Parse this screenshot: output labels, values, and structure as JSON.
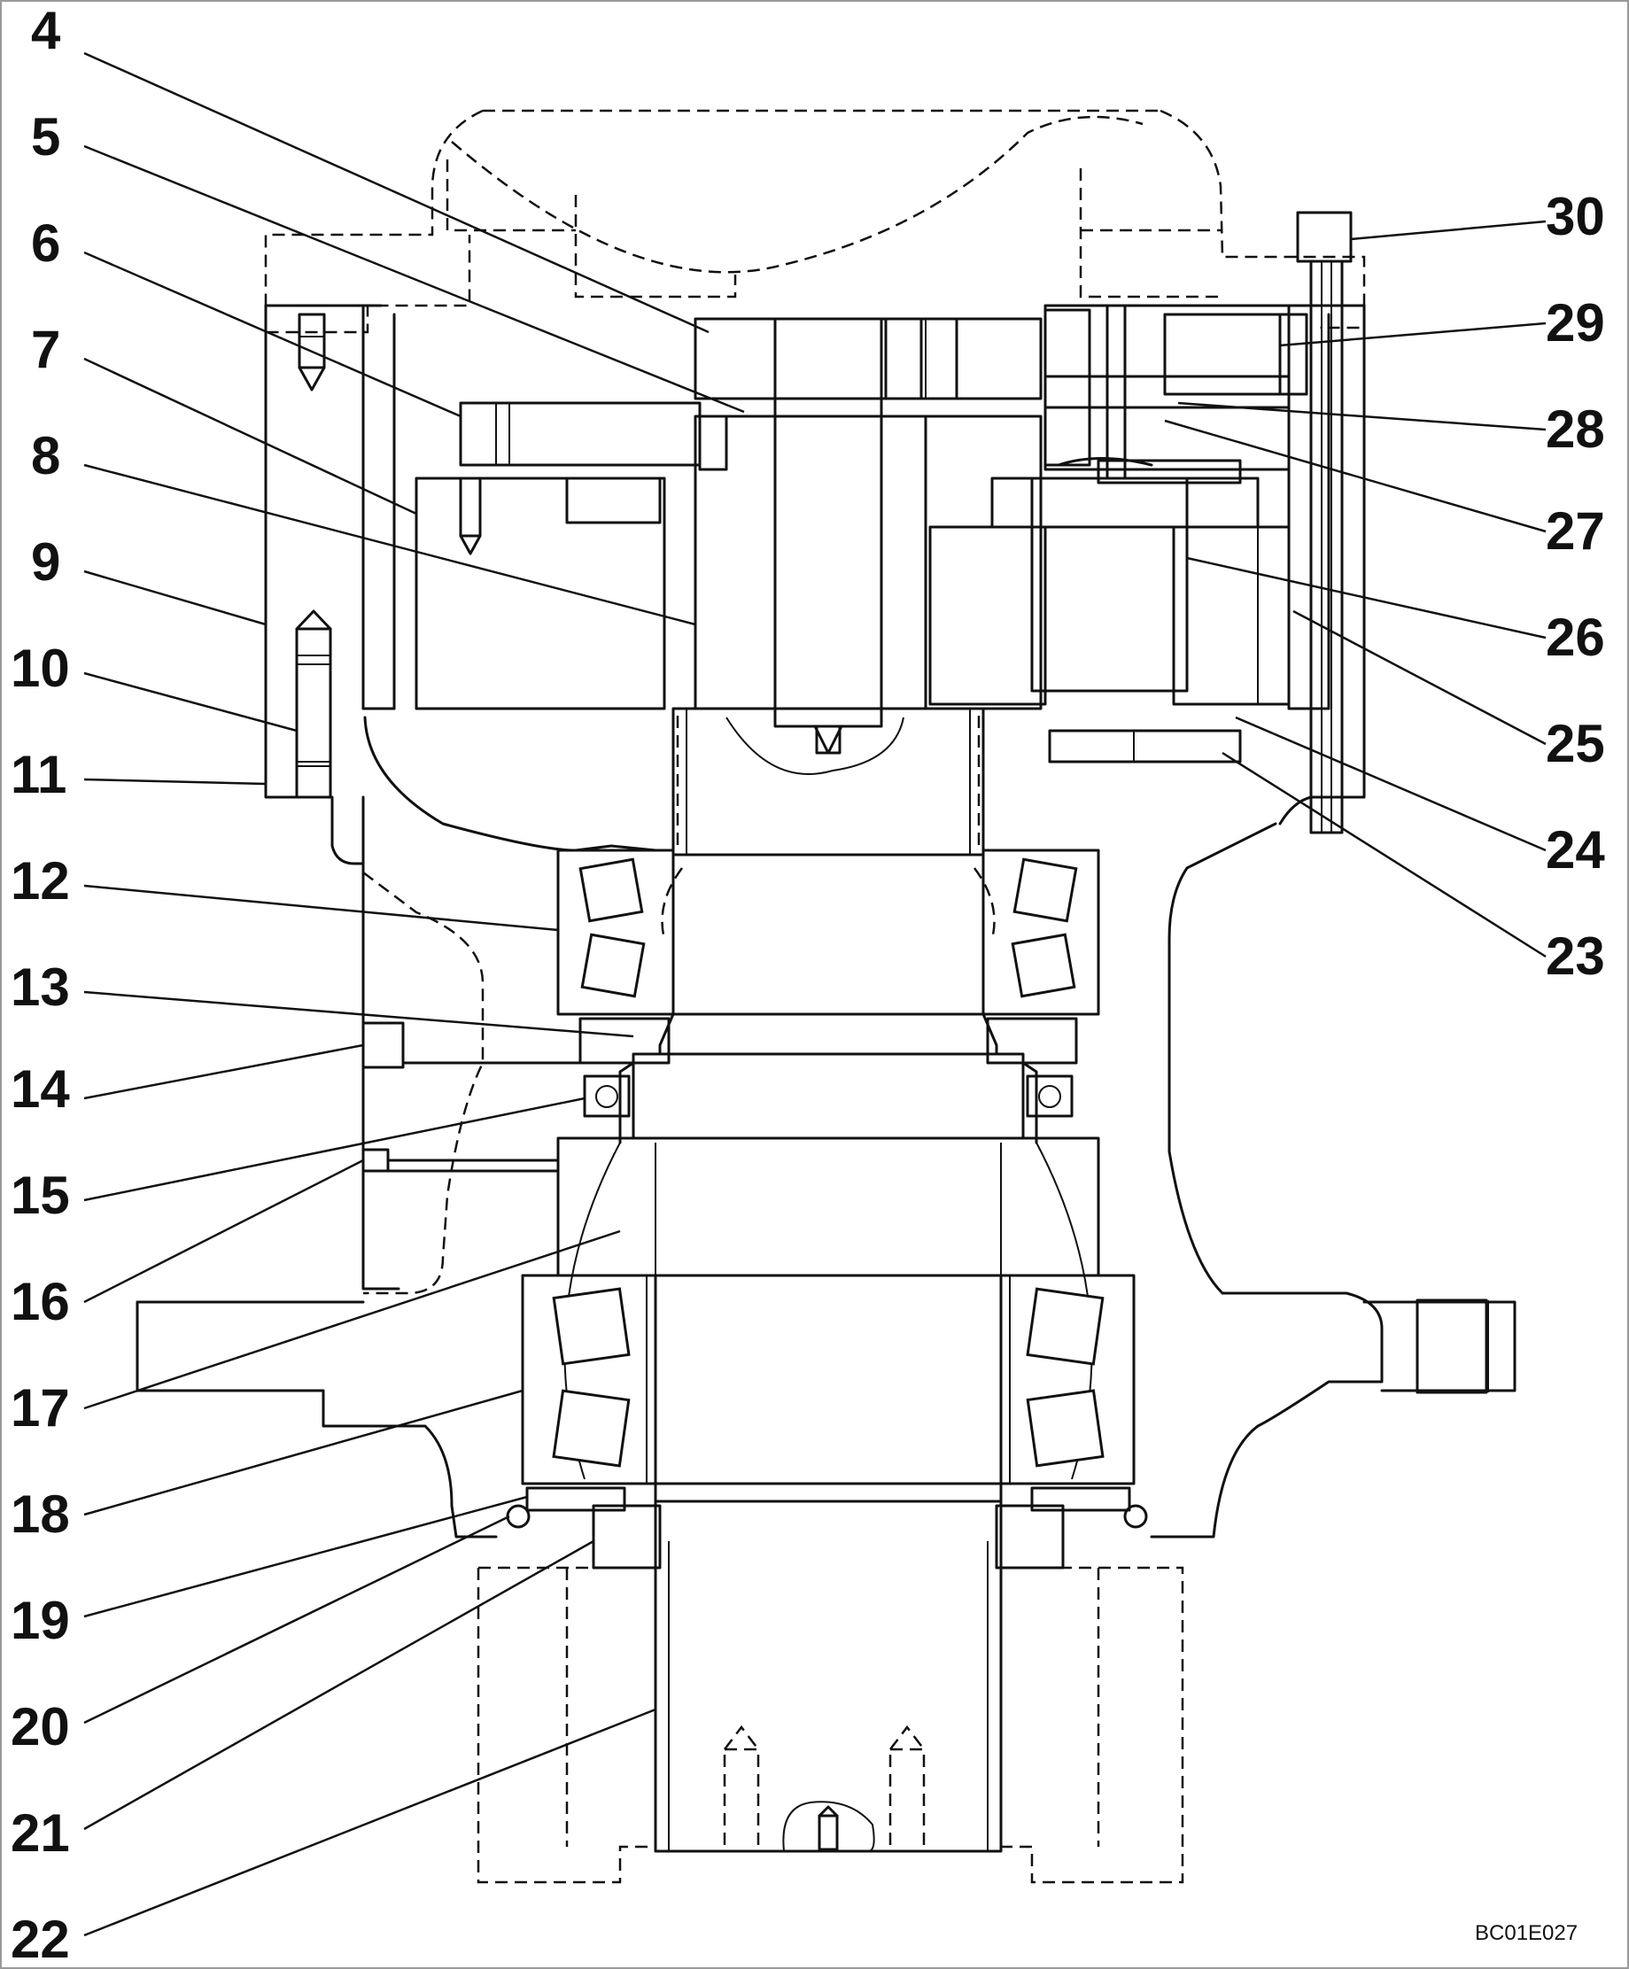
{
  "figure": {
    "reference_code": "BC01E027",
    "callouts": [
      {
        "id": "c4",
        "label": "4"
      },
      {
        "id": "c5",
        "label": "5"
      },
      {
        "id": "c6",
        "label": "6"
      },
      {
        "id": "c7",
        "label": "7"
      },
      {
        "id": "c8",
        "label": "8"
      },
      {
        "id": "c9",
        "label": "9"
      },
      {
        "id": "c10",
        "label": "10"
      },
      {
        "id": "c11",
        "label": "11"
      },
      {
        "id": "c12",
        "label": "12"
      },
      {
        "id": "c13",
        "label": "13"
      },
      {
        "id": "c14",
        "label": "14"
      },
      {
        "id": "c15",
        "label": "15"
      },
      {
        "id": "c16",
        "label": "16"
      },
      {
        "id": "c17",
        "label": "17"
      },
      {
        "id": "c18",
        "label": "18"
      },
      {
        "id": "c19",
        "label": "19"
      },
      {
        "id": "c20",
        "label": "20"
      },
      {
        "id": "c21",
        "label": "21"
      },
      {
        "id": "c22",
        "label": "22"
      },
      {
        "id": "c23",
        "label": "23"
      },
      {
        "id": "c24",
        "label": "24"
      },
      {
        "id": "c25",
        "label": "25"
      },
      {
        "id": "c26",
        "label": "26"
      },
      {
        "id": "c27",
        "label": "27"
      },
      {
        "id": "c28",
        "label": "28"
      },
      {
        "id": "c29",
        "label": "29"
      },
      {
        "id": "c30",
        "label": "30"
      }
    ]
  }
}
